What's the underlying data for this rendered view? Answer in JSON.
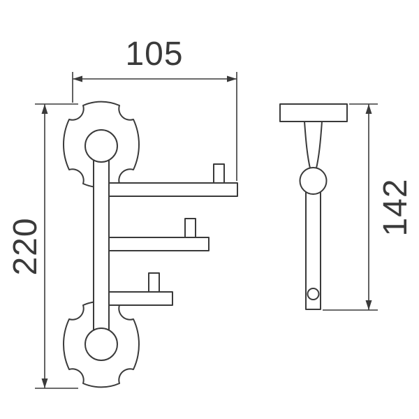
{
  "drawing": {
    "line_color": "#3a3a3a",
    "background_color": "#ffffff",
    "dimensions": {
      "width": "105",
      "height": "220",
      "depth": "142"
    }
  }
}
